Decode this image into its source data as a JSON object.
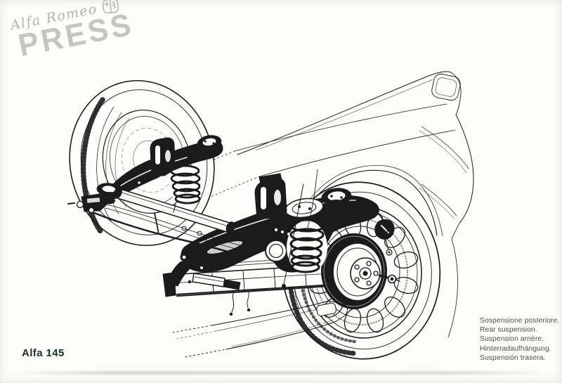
{
  "page": {
    "paper_color": "#fcfcfa",
    "ink_color": "#1b1b1b"
  },
  "logo": {
    "script": "Alfa Romeo",
    "press": "PRESS",
    "script_color": "#b3b3b1",
    "press_color": "#c5c5c3",
    "badge": "alfa-romeo-cross-serpent-badge"
  },
  "footer": {
    "model": "Alfa 145"
  },
  "caption": {
    "color": "#4e4e4c",
    "lines": [
      "Sospensione posteriore.",
      "Rear suspension.",
      "Suspension arrière.",
      "Hinterradaufhängung.",
      "Suspensión trasera."
    ]
  },
  "illustration": {
    "subject": "Alfa 145 rear suspension technical drawing",
    "parts": [
      "car-body-outline",
      "tail-light",
      "rear-bumper",
      "wheel-arch",
      "sill-panel-with-jack-slot",
      "left-wheel",
      "right-wheel",
      "twist-beam-axle",
      "left-trailing-arm",
      "center-trailing-arm",
      "coil-spring-left",
      "coil-spring-center",
      "brake-drum",
      "wheel-hub",
      "brake-lines",
      "anti-roll-bar",
      "shock-absorber-tube"
    ]
  }
}
